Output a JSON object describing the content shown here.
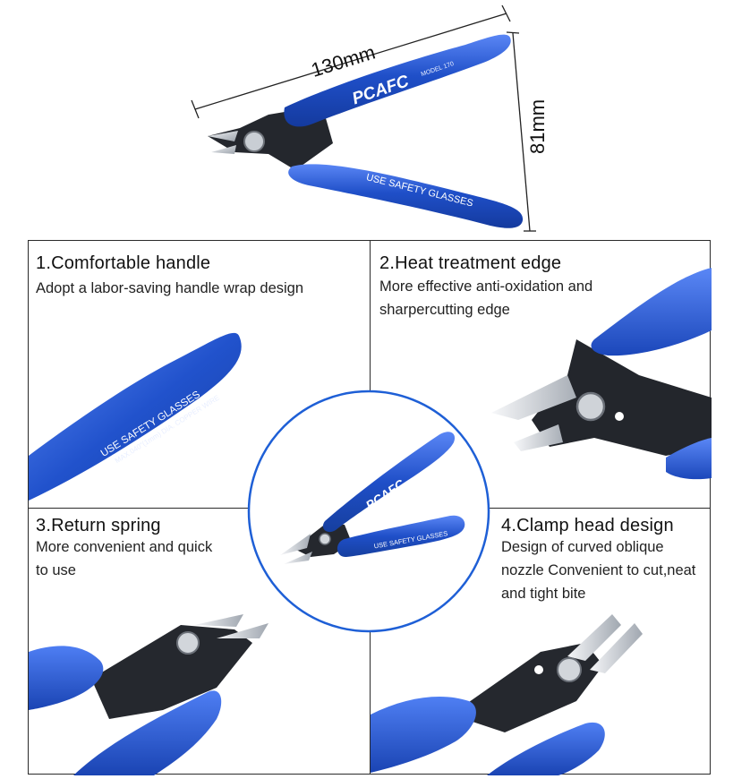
{
  "product": {
    "brand_logo": "PCAFC",
    "model_text": "MODEL 170",
    "handle_text": "USE SAFETY GLASSES",
    "handle_subtext": "MAX.040\"(1mm) DIA. COPPER WIRE",
    "colors": {
      "handle_blue": "#1f4fc8",
      "handle_highlight": "#4d7cf0",
      "jaw_dark": "#22252b",
      "blade_silver": "#d9dde2"
    }
  },
  "dimensions": {
    "length": "130mm",
    "height": "81mm"
  },
  "features": [
    {
      "title": "1.Comfortable handle",
      "description": "Adopt a labor-saving handle wrap design"
    },
    {
      "title": "2.Heat treatment edge",
      "description": "More effective anti-oxidation and sharpercutting edge"
    },
    {
      "title": "3.Return spring",
      "description": "More convenient and quick to use"
    },
    {
      "title": "4.Clamp head design",
      "description": "Design of curved oblique nozzle Convenient to cut,neat and tight bite"
    }
  ]
}
